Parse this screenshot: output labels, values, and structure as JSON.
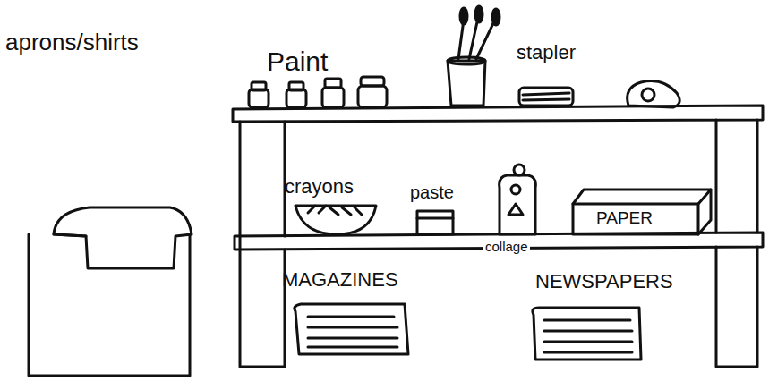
{
  "diagram": {
    "labels": [
      "aprons/shirts",
      "Paint",
      "stapler",
      "crayons",
      "paste",
      "collage",
      "PAPER",
      "MAGAZINES",
      "NEWSPAPERS"
    ]
  }
}
